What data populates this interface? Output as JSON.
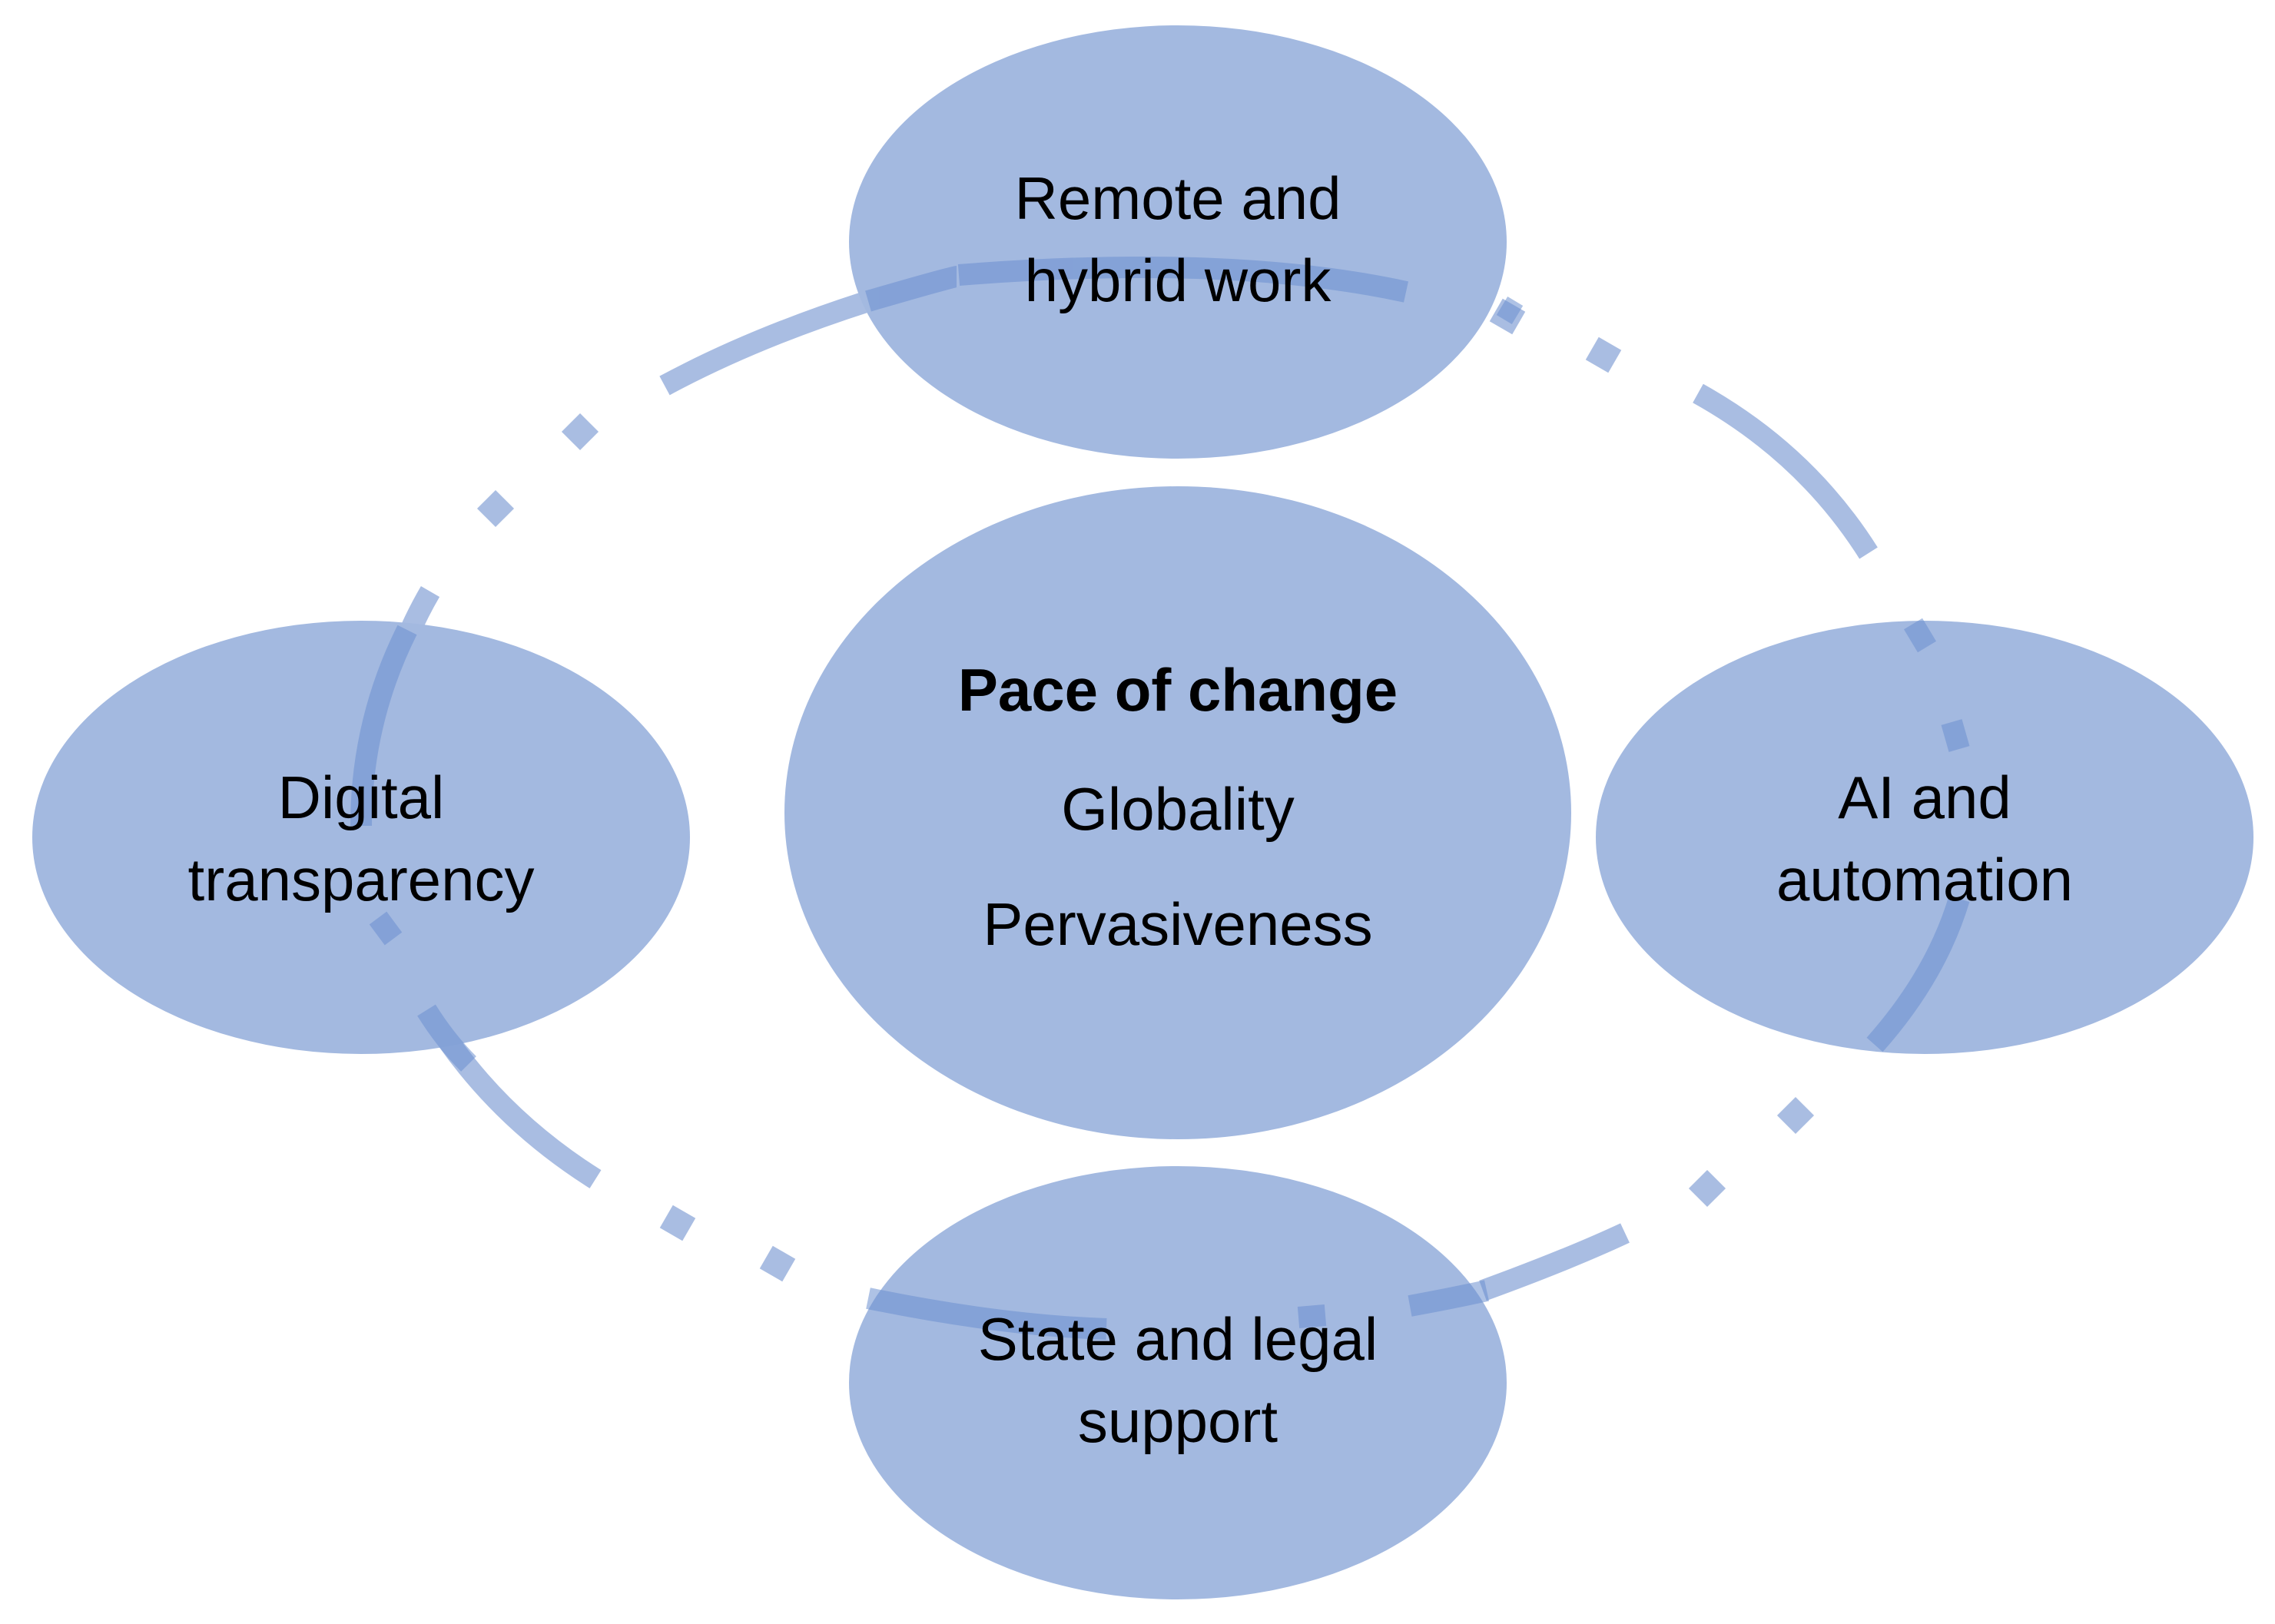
{
  "diagram": {
    "colors": {
      "ellipse_fill": "#a3b9e0",
      "ring_stroke": "#a9bde2",
      "text": "#000000"
    },
    "center": {
      "lines": [
        "Pace of change",
        "Globality",
        "Pervasiveness"
      ]
    },
    "nodes": {
      "top": {
        "lines": [
          "Remote and",
          "hybrid work"
        ]
      },
      "left": {
        "lines": [
          "Digital",
          "transparency"
        ]
      },
      "right": {
        "lines": [
          "AI and",
          "automation"
        ]
      },
      "bottom": {
        "lines": [
          "State and legal",
          "support"
        ]
      }
    }
  }
}
